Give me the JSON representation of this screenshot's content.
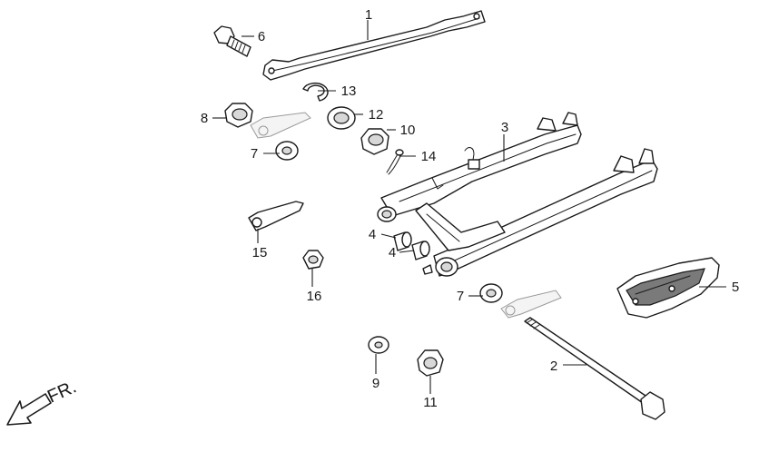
{
  "callouts": [
    {
      "id": "1",
      "label": "1"
    },
    {
      "id": "2",
      "label": "2"
    },
    {
      "id": "3",
      "label": "3"
    },
    {
      "id": "4a",
      "label": "4"
    },
    {
      "id": "4b",
      "label": "4"
    },
    {
      "id": "5",
      "label": "5"
    },
    {
      "id": "6",
      "label": "6"
    },
    {
      "id": "7a",
      "label": "7"
    },
    {
      "id": "7b",
      "label": "7"
    },
    {
      "id": "8",
      "label": "8"
    },
    {
      "id": "9",
      "label": "9"
    },
    {
      "id": "10",
      "label": "10"
    },
    {
      "id": "11",
      "label": "11"
    },
    {
      "id": "12",
      "label": "12"
    },
    {
      "id": "13",
      "label": "13"
    },
    {
      "id": "14",
      "label": "14"
    },
    {
      "id": "15",
      "label": "15"
    },
    {
      "id": "16",
      "label": "16"
    }
  ],
  "direction": {
    "label": "FR.",
    "icon": "front-direction-arrow-icon"
  },
  "colors": {
    "line": "#1a1a1a",
    "background": "#ffffff"
  }
}
